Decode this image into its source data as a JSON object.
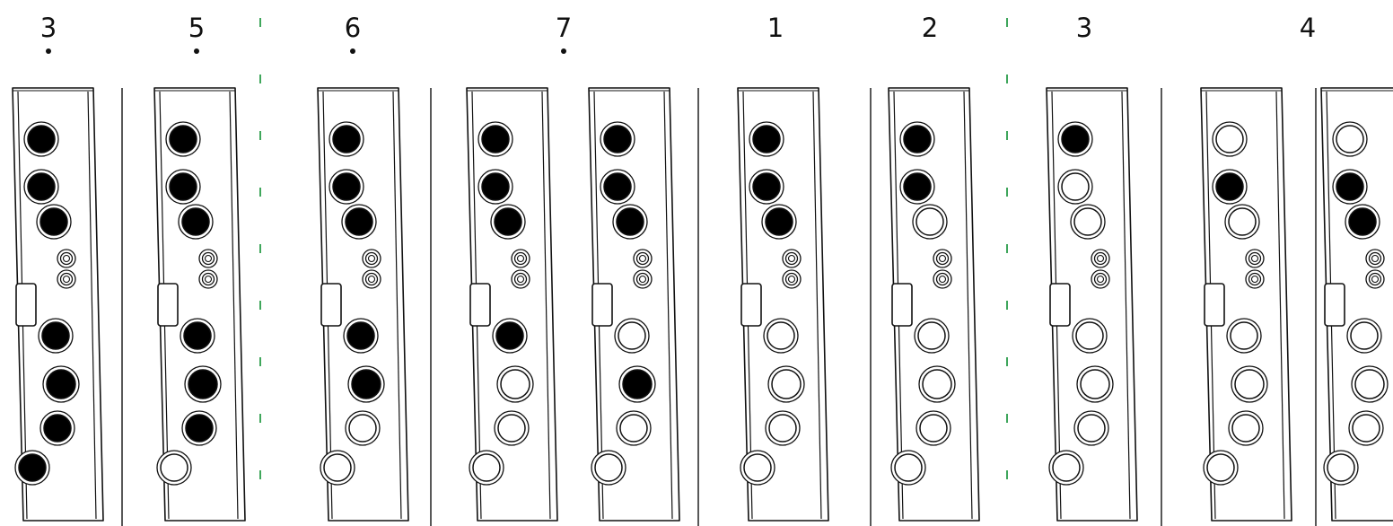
{
  "colors": {
    "ink": "#111111",
    "hole_closed": "#000000",
    "hole_open": "#ffffff",
    "measure_separator": "#2a9d4a",
    "column_separator": "#111111"
  },
  "notes": [
    {
      "label": "3",
      "lower_octave_dot": true
    },
    {
      "label": "5",
      "lower_octave_dot": true
    },
    {
      "label": "6",
      "lower_octave_dot": true
    },
    {
      "label": "7",
      "lower_octave_dot": true
    },
    {
      "label": "1",
      "lower_octave_dot": false
    },
    {
      "label": "2",
      "lower_octave_dot": false
    },
    {
      "label": "3",
      "lower_octave_dot": false
    },
    {
      "label": "4",
      "lower_octave_dot": false
    }
  ],
  "fingerings": [
    {
      "holes": [
        1,
        1,
        1,
        1,
        1,
        1,
        1
      ],
      "note_index": 0
    },
    {
      "holes": [
        1,
        1,
        1,
        1,
        1,
        1,
        0
      ],
      "note_index": 1
    },
    {
      "holes": [
        1,
        1,
        1,
        1,
        1,
        0,
        0
      ],
      "note_index": 2
    },
    {
      "holes": [
        1,
        1,
        1,
        1,
        0,
        0,
        0
      ],
      "note_index": 3
    },
    {
      "holes": [
        1,
        1,
        1,
        0,
        1,
        0,
        0
      ],
      "note_index": 3
    },
    {
      "holes": [
        1,
        1,
        1,
        0,
        0,
        0,
        0
      ],
      "note_index": 4
    },
    {
      "holes": [
        1,
        1,
        0,
        0,
        0,
        0,
        0
      ],
      "note_index": 5
    },
    {
      "holes": [
        1,
        0,
        0,
        0,
        0,
        0,
        0
      ],
      "note_index": 6
    },
    {
      "holes": [
        0,
        1,
        0,
        0,
        0,
        0,
        0
      ],
      "note_index": 7
    },
    {
      "holes": [
        0,
        1,
        1,
        0,
        0,
        0,
        0
      ],
      "note_index": 7
    }
  ],
  "separators": [
    {
      "kind": "column"
    },
    {
      "kind": "measure"
    },
    {
      "kind": "column"
    },
    {
      "kind": "column"
    },
    {
      "kind": "column"
    },
    {
      "kind": "measure"
    },
    {
      "kind": "column"
    },
    {
      "kind": "column"
    }
  ]
}
